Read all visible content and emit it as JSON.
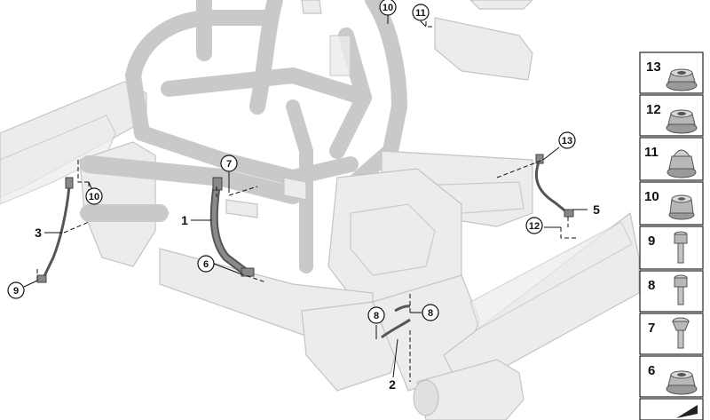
{
  "diagram": {
    "callouts": [
      {
        "id": "c10a",
        "label": "10"
      },
      {
        "id": "c11",
        "label": "11"
      },
      {
        "id": "c13",
        "label": "13"
      },
      {
        "id": "c7",
        "label": "7"
      },
      {
        "id": "c10b",
        "label": "10"
      },
      {
        "id": "c1",
        "label": "1"
      },
      {
        "id": "c5",
        "label": "5"
      },
      {
        "id": "c12",
        "label": "12"
      },
      {
        "id": "c3",
        "label": "3"
      },
      {
        "id": "c6",
        "label": "6"
      },
      {
        "id": "c9",
        "label": "9"
      },
      {
        "id": "c8a",
        "label": "8"
      },
      {
        "id": "c8b",
        "label": "8"
      },
      {
        "id": "c2",
        "label": "2"
      }
    ]
  },
  "parts_list": {
    "items": [
      {
        "number": "13",
        "icon": "flange-nut-icon"
      },
      {
        "number": "12",
        "icon": "flange-nut-icon"
      },
      {
        "number": "11",
        "icon": "cap-nut-icon"
      },
      {
        "number": "10",
        "icon": "hex-nut-icon"
      },
      {
        "number": "9",
        "icon": "bolt-icon"
      },
      {
        "number": "8",
        "icon": "bolt-icon"
      },
      {
        "number": "7",
        "icon": "screw-icon"
      },
      {
        "number": "6",
        "icon": "flange-nut-icon"
      }
    ],
    "footer_icon": "arrow-icon"
  }
}
